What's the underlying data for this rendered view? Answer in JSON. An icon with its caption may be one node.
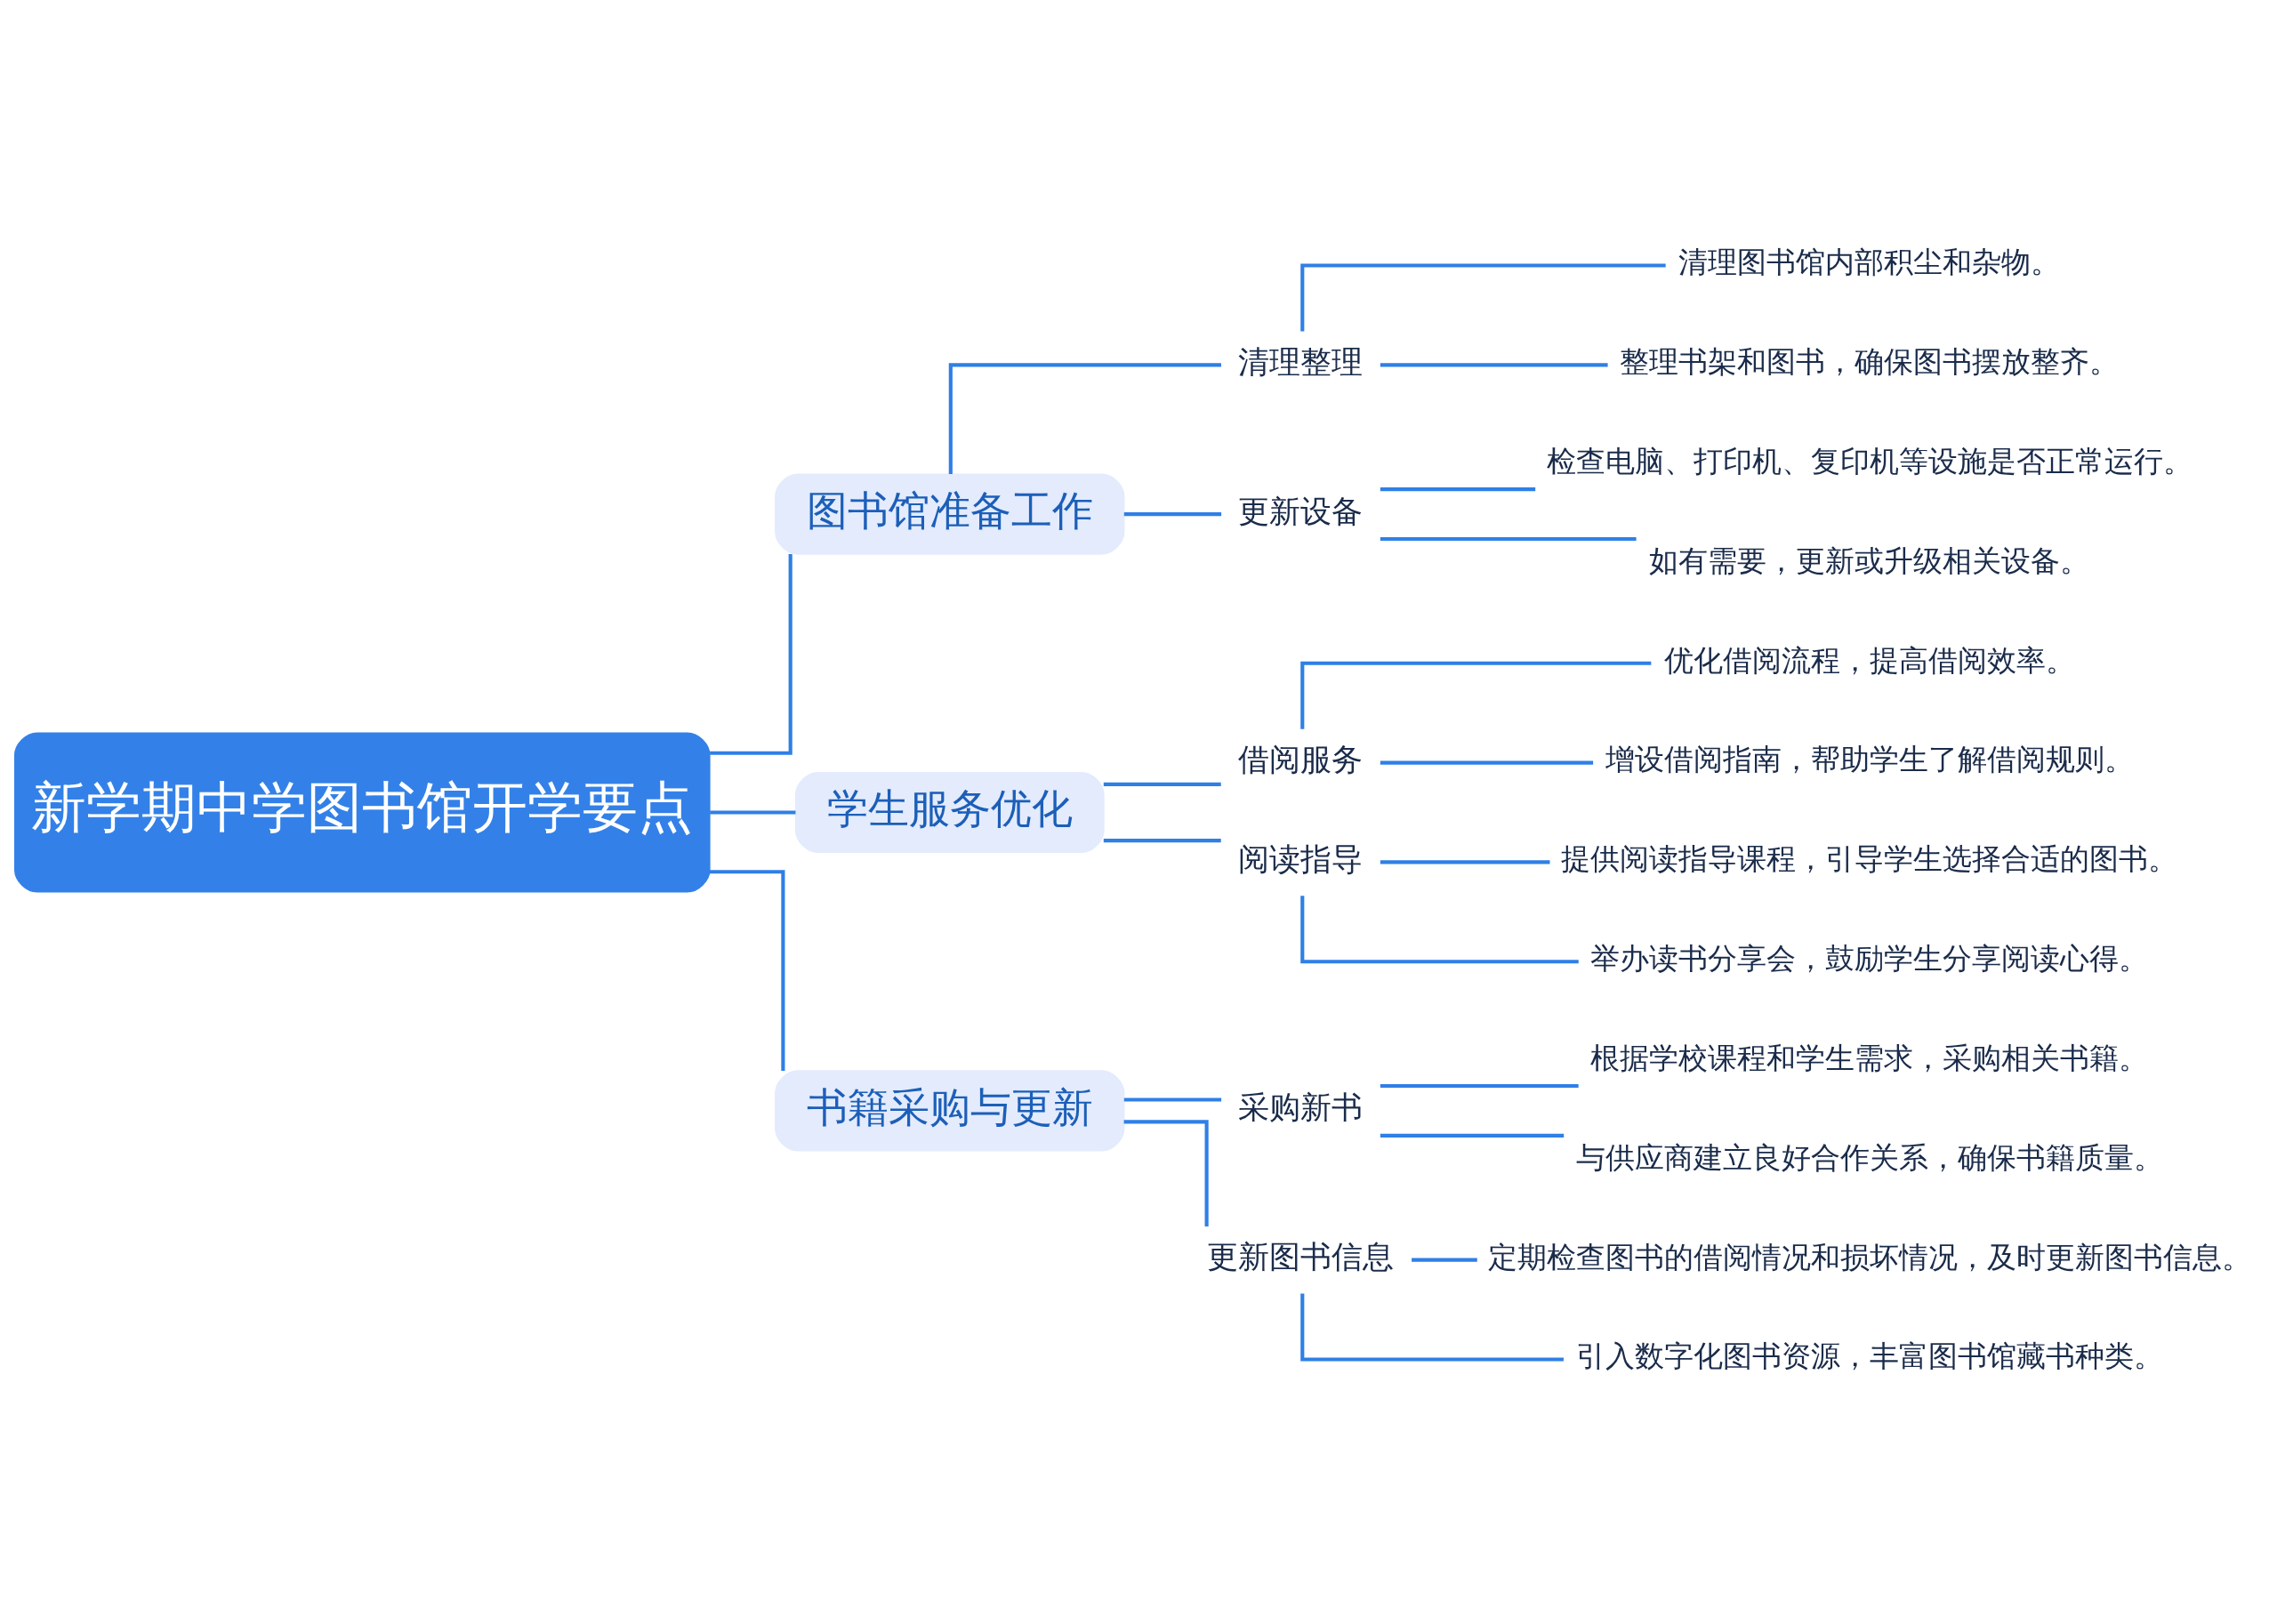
{
  "diagram": {
    "nodes": [
      {
        "text": [
          "新学期中学图书馆开学要点"
        ]
      },
      {
        "text": [
          "图书馆准备工作"
        ]
      },
      {
        "text": [
          "清理整理"
        ]
      },
      {
        "text": [
          "清理图书馆内部积尘和杂物。"
        ]
      },
      {
        "text": [
          "整理书架和图书，确保图书摆放整齐。"
        ]
      },
      {
        "text": [
          "更新设备"
        ]
      },
      {
        "text": [
          "检查电脑、打印机、复印机等设施是否正常运行。"
        ]
      },
      {
        "text": [
          "如有需要，更新或升级相关设备。"
        ]
      },
      {
        "text": [
          "学生服务优化"
        ]
      },
      {
        "text": [
          "借阅服务"
        ]
      },
      {
        "text": [
          "优化借阅流程，提高借阅效率。"
        ]
      },
      {
        "text": [
          "增设借阅指南，帮助学生了解借阅规则。"
        ]
      },
      {
        "text": [
          "阅读指导"
        ]
      },
      {
        "text": [
          "提供阅读指导课程，引导学生选择合适的图书。"
        ]
      },
      {
        "text": [
          "举办读书分享会，鼓励学生分享阅读心得。"
        ]
      },
      {
        "text": [
          "书籍采购与更新"
        ]
      },
      {
        "text": [
          "采购新书"
        ]
      },
      {
        "text": [
          "根据学校课程和学生需求，采购相关书籍。"
        ]
      },
      {
        "text": [
          "与供应商建立良好合作关系，确保书籍质量。"
        ]
      },
      {
        "text": [
          "更新图书信息"
        ]
      },
      {
        "text": [
          "定期检查图书的借阅情况和损坏情况，及时更新图书信息。"
        ]
      },
      {
        "text": [
          "引入数字化图书资源，丰富图书馆藏书种类。"
        ]
      }
    ],
    "edges": [
      {
        "from": 0,
        "to": 1,
        "arrow": "none"
      },
      {
        "from": 1,
        "to": 2,
        "arrow": "none"
      },
      {
        "from": 2,
        "to": 3,
        "arrow": "none"
      },
      {
        "from": 2,
        "to": 4,
        "arrow": "none"
      },
      {
        "from": 1,
        "to": 5,
        "arrow": "none"
      },
      {
        "from": 5,
        "to": 6,
        "arrow": "none"
      },
      {
        "from": 5,
        "to": 7,
        "arrow": "none"
      },
      {
        "from": 0,
        "to": 8,
        "arrow": "none"
      },
      {
        "from": 8,
        "to": 9,
        "arrow": "none"
      },
      {
        "from": 9,
        "to": 10,
        "arrow": "none"
      },
      {
        "from": 9,
        "to": 11,
        "arrow": "none"
      },
      {
        "from": 8,
        "to": 12,
        "arrow": "none"
      },
      {
        "from": 12,
        "to": 13,
        "arrow": "none"
      },
      {
        "from": 12,
        "to": 14,
        "arrow": "none"
      },
      {
        "from": 0,
        "to": 15,
        "arrow": "none"
      },
      {
        "from": 15,
        "to": 16,
        "arrow": "none"
      },
      {
        "from": 16,
        "to": 17,
        "arrow": "none"
      },
      {
        "from": 16,
        "to": 18,
        "arrow": "none"
      },
      {
        "from": 15,
        "to": 19,
        "arrow": "none"
      },
      {
        "from": 19,
        "to": 20,
        "arrow": "none"
      },
      {
        "from": 19,
        "to": 21,
        "arrow": "none"
      }
    ]
  }
}
